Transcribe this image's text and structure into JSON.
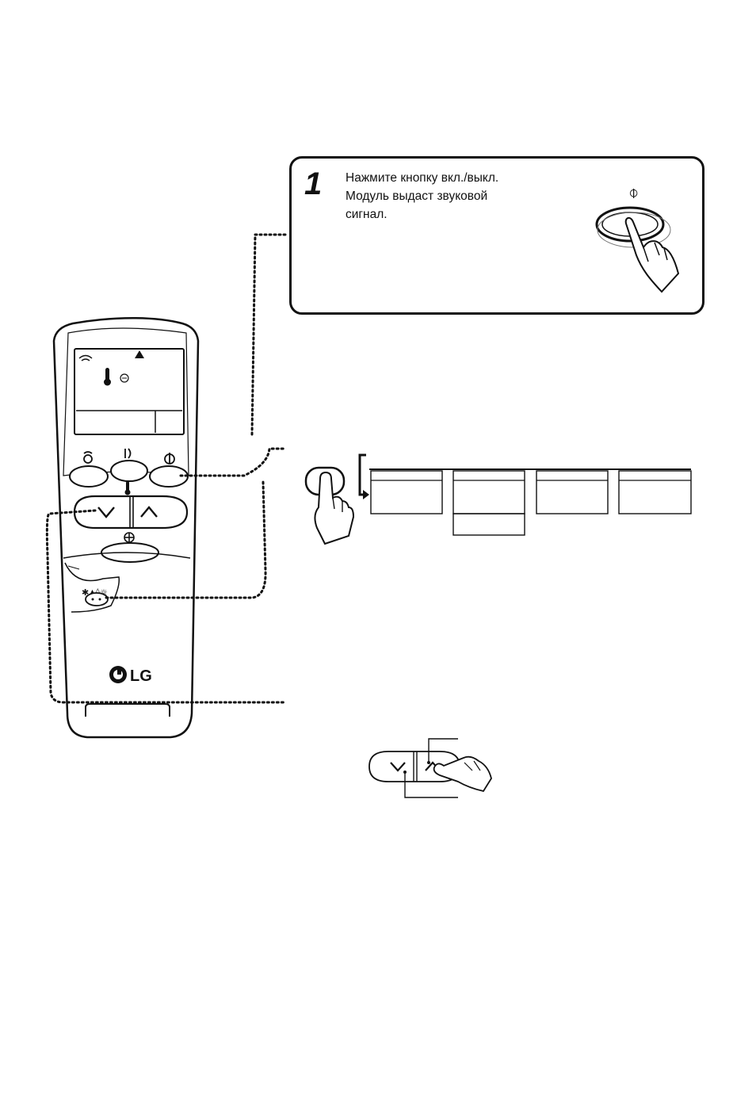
{
  "step": {
    "number": "1",
    "lines": [
      "Нажмите кнопку вкл./выкл.",
      "Модуль выдаст звуковой",
      "сигнал."
    ]
  },
  "remote": {
    "brand": "LG"
  },
  "icons": {
    "power": "power-icon",
    "swing": "swing-icon",
    "jet": "jet-mode-icon",
    "temperature": "thermometer-icon",
    "fan": "fan-icon",
    "mode_symbols": "mode-select-icons"
  }
}
